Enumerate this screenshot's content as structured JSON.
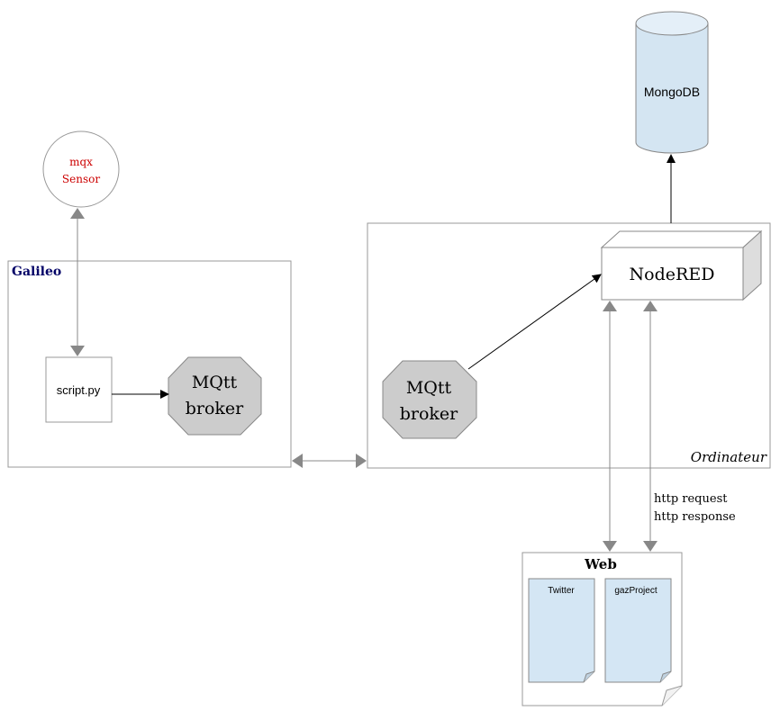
{
  "sensor": {
    "line1": "mqx",
    "line2": "Sensor"
  },
  "galileo": {
    "label": "Galileo",
    "script": "script.py",
    "broker_line1": "MQtt",
    "broker_line2": "broker"
  },
  "ordinateur": {
    "label": "Ordinateur",
    "broker_line1": "MQtt",
    "broker_line2": "broker",
    "nodered": "NodeRED"
  },
  "database": {
    "label": "MongoDB"
  },
  "http": {
    "request": "http request",
    "response": "http response"
  },
  "web": {
    "label": "Web",
    "doc1": "Twitter",
    "doc2": "gazProject"
  },
  "colors": {
    "sensor_text": "#cc0000",
    "galileo_label": "#000066",
    "db_fill": "#d4e5f2",
    "doc_fill": "#d4e6f4",
    "broker_fill": "#cccccc",
    "connector_gray": "#888888"
  }
}
